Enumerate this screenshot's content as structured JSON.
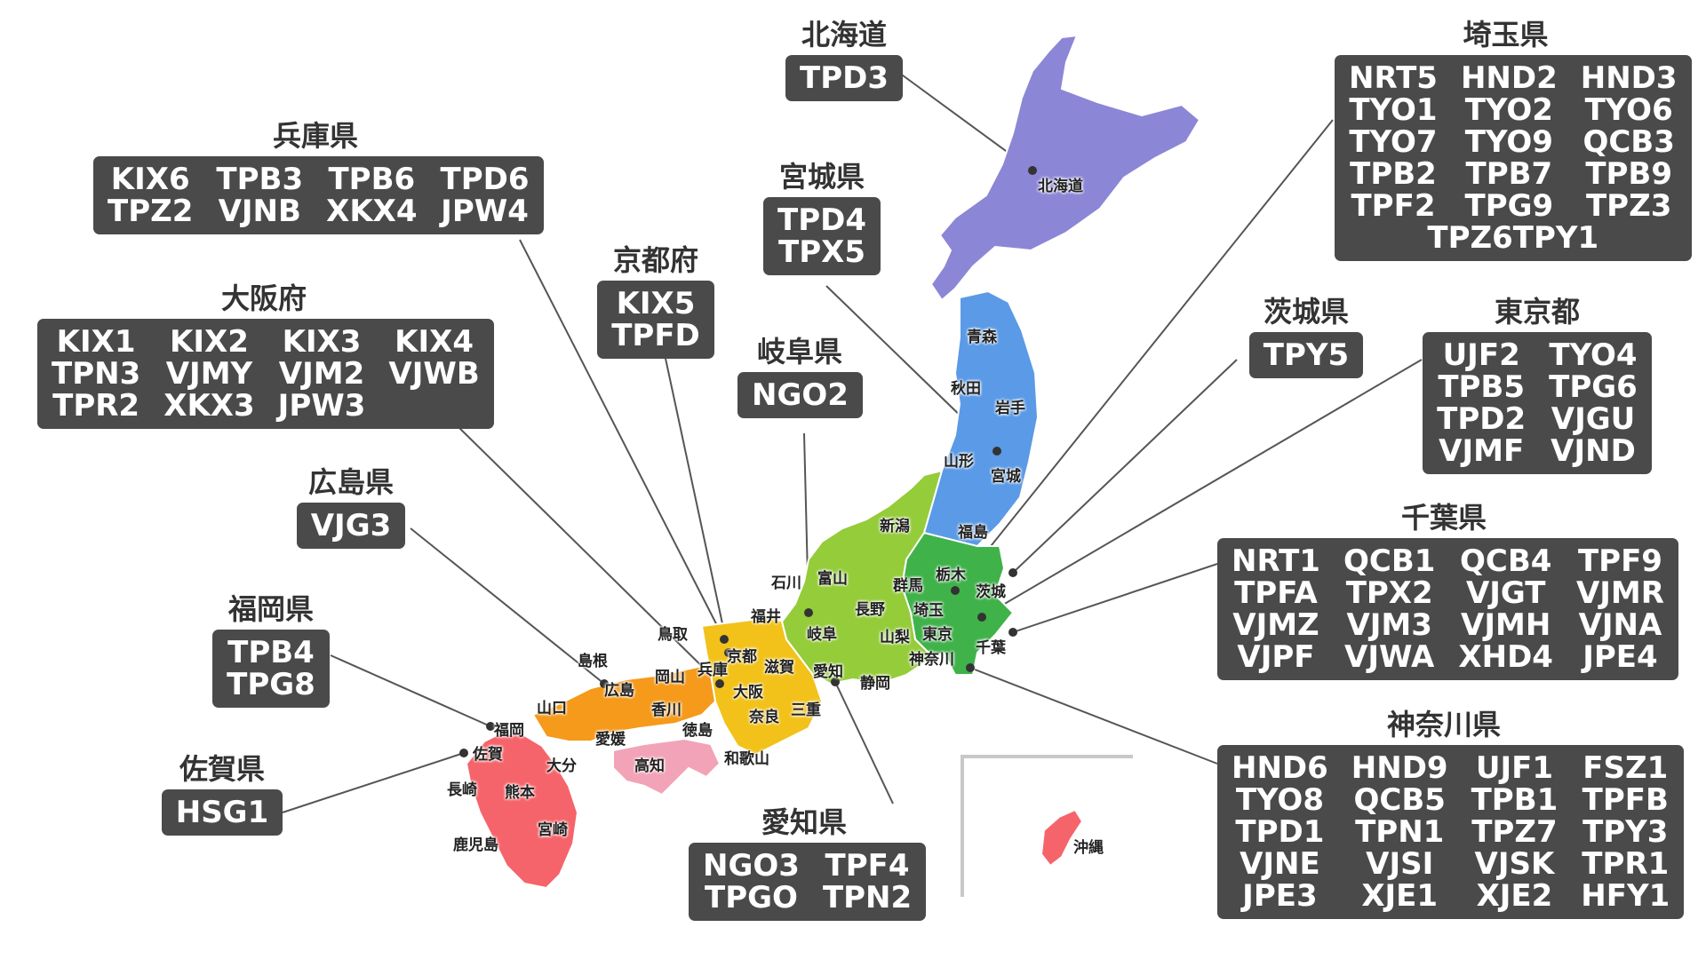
{
  "okinawa_label": "沖縄",
  "regions": [
    {
      "id": "hokkaido",
      "color": "#8c86d6"
    },
    {
      "id": "tohoku",
      "color": "#5a9ae6"
    },
    {
      "id": "kanto",
      "color": "#3fb24a"
    },
    {
      "id": "chubu",
      "color": "#95cc3a"
    },
    {
      "id": "kinki",
      "color": "#f2c21b"
    },
    {
      "id": "chugoku",
      "color": "#f59a1a"
    },
    {
      "id": "shikoku",
      "color": "#f2a3b8"
    },
    {
      "id": "kyushu",
      "color": "#f5646a"
    }
  ],
  "prefectures": [
    {
      "key": "hokkaido",
      "name": "北海道"
    },
    {
      "key": "aomori",
      "name": "青森"
    },
    {
      "key": "akita",
      "name": "秋田"
    },
    {
      "key": "iwate",
      "name": "岩手"
    },
    {
      "key": "yamagata",
      "name": "山形"
    },
    {
      "key": "miyagi",
      "name": "宮城"
    },
    {
      "key": "fukushima",
      "name": "福島"
    },
    {
      "key": "niigata",
      "name": "新潟"
    },
    {
      "key": "tochigi",
      "name": "栃木"
    },
    {
      "key": "ibaraki",
      "name": "茨城"
    },
    {
      "key": "gunma",
      "name": "群馬"
    },
    {
      "key": "saitama",
      "name": "埼玉"
    },
    {
      "key": "tokyo",
      "name": "東京"
    },
    {
      "key": "chiba",
      "name": "千葉"
    },
    {
      "key": "kanagawa",
      "name": "神奈川"
    },
    {
      "key": "yamanashi",
      "name": "山梨"
    },
    {
      "key": "nagano",
      "name": "長野"
    },
    {
      "key": "shizuoka",
      "name": "静岡"
    },
    {
      "key": "toyama",
      "name": "富山"
    },
    {
      "key": "ishikawa",
      "name": "石川"
    },
    {
      "key": "fukui",
      "name": "福井"
    },
    {
      "key": "gifu",
      "name": "岐阜"
    },
    {
      "key": "aichi",
      "name": "愛知"
    },
    {
      "key": "mie",
      "name": "三重"
    },
    {
      "key": "shiga",
      "name": "滋賀"
    },
    {
      "key": "kyoto",
      "name": "京都"
    },
    {
      "key": "osaka",
      "name": "大阪"
    },
    {
      "key": "hyogo",
      "name": "兵庫"
    },
    {
      "key": "nara",
      "name": "奈良"
    },
    {
      "key": "wakayama",
      "name": "和歌山"
    },
    {
      "key": "tottori",
      "name": "鳥取"
    },
    {
      "key": "shimane",
      "name": "島根"
    },
    {
      "key": "okayama",
      "name": "岡山"
    },
    {
      "key": "hiroshima",
      "name": "広島"
    },
    {
      "key": "yamaguchi",
      "name": "山口"
    },
    {
      "key": "kagawa",
      "name": "香川"
    },
    {
      "key": "tokushima",
      "name": "徳島"
    },
    {
      "key": "ehime",
      "name": "愛媛"
    },
    {
      "key": "kochi",
      "name": "高知"
    },
    {
      "key": "fukuoka",
      "name": "福岡"
    },
    {
      "key": "saga",
      "name": "佐賀"
    },
    {
      "key": "oita",
      "name": "大分"
    },
    {
      "key": "nagasaki",
      "name": "長崎"
    },
    {
      "key": "kumamoto",
      "name": "熊本"
    },
    {
      "key": "miyazaki",
      "name": "宮崎"
    },
    {
      "key": "kagoshima",
      "name": "鹿児島"
    }
  ],
  "groups": [
    {
      "key": "hokkaido",
      "title": "北海道",
      "codes": [
        "TPD3"
      ]
    },
    {
      "key": "saitama",
      "title": "埼玉県",
      "codes": [
        "NRT5",
        "HND2",
        "HND3",
        "TYO1",
        "TYO2",
        "TYO6",
        "TYO7",
        "TYO9",
        "QCB3",
        "TPB2",
        "TPB7",
        "TPB9",
        "TPF2",
        "TPG9",
        "TPZ3",
        "TPZ6TPY1"
      ]
    },
    {
      "key": "hyogo",
      "title": "兵庫県",
      "codes": [
        "KIX6",
        "TPB3",
        "TPB6",
        "TPD6",
        "TPZ2",
        "VJNB",
        "XKX4",
        "JPW4"
      ]
    },
    {
      "key": "miyagi",
      "title": "宮城県",
      "codes": [
        "TPD4",
        "TPX5"
      ]
    },
    {
      "key": "kyoto",
      "title": "京都府",
      "codes": [
        "KIX5",
        "TPFD"
      ]
    },
    {
      "key": "osaka",
      "title": "大阪府",
      "codes": [
        "KIX1",
        "KIX2",
        "KIX3",
        "KIX4",
        "TPN3",
        "VJMY",
        "VJM2",
        "VJWB",
        "TPR2",
        "XKX3",
        "JPW3"
      ]
    },
    {
      "key": "gifu",
      "title": "岐阜県",
      "codes": [
        "NGO2"
      ]
    },
    {
      "key": "ibaraki",
      "title": "茨城県",
      "codes": [
        "TPY5"
      ]
    },
    {
      "key": "tokyo",
      "title": "東京都",
      "codes": [
        "UJF2",
        "TYO4",
        "TPB5",
        "TPG6",
        "TPD2",
        "VJGU",
        "VJMF",
        "VJND"
      ]
    },
    {
      "key": "hiroshima",
      "title": "広島県",
      "codes": [
        "VJG3"
      ]
    },
    {
      "key": "chiba",
      "title": "千葉県",
      "codes": [
        "NRT1",
        "QCB1",
        "QCB4",
        "TPF9",
        "TPFA",
        "TPX2",
        "VJGT",
        "VJMR",
        "VJMZ",
        "VJM3",
        "VJMH",
        "VJNA",
        "VJPF",
        "VJWA",
        "XHD4",
        "JPE4"
      ]
    },
    {
      "key": "fukuoka",
      "title": "福岡県",
      "codes": [
        "TPB4",
        "TPG8"
      ]
    },
    {
      "key": "kanagawa",
      "title": "神奈川県",
      "codes": [
        "HND6",
        "HND9",
        "UJF1",
        "FSZ1",
        "TYO8",
        "QCB5",
        "TPB1",
        "TPFB",
        "TPD1",
        "TPN1",
        "TPZ7",
        "TPY3",
        "VJNE",
        "VJSI",
        "VJSK",
        "TPR1",
        "JPE3",
        "XJE1",
        "XJE2",
        "HFY1"
      ]
    },
    {
      "key": "saga",
      "title": "佐賀県",
      "codes": [
        "HSG1"
      ]
    },
    {
      "key": "aichi",
      "title": "愛知県",
      "codes": [
        "NGO3",
        "TPF4",
        "TPGO",
        "TPN2"
      ]
    }
  ]
}
